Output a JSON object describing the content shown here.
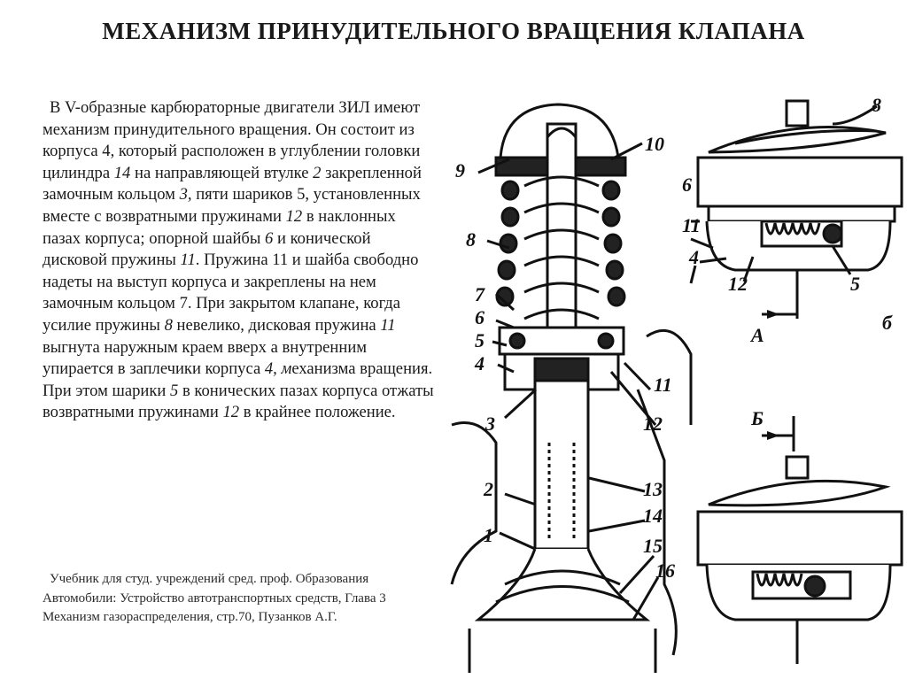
{
  "title": "МЕХАНИЗМ ПРИНУДИТЕЛЬНОГО ВРАЩЕНИЯ  КЛАПАНА",
  "body": {
    "t1": "В V-образные карбюраторные двигатели ЗИЛ имеют механизм принудительного вращения. Он состоит из корпуса 4, который расположен в углублении головки цилиндра ",
    "i1": "14",
    "t2": " на направляющей втулке ",
    "i2": "2",
    "t3": " закрепленной замочным кольцом ",
    "i3": "3,",
    "t4": " пяти шариков 5, установленных вместе с возвратными пружинами ",
    "i4": "12",
    "t5": " в наклонных пазах корпуса; опорной шайбы ",
    "i5": "6",
    "t6": " и конической дисковой пружины ",
    "i6": "11",
    "t7": ". Пружина 11 и шайба свободно надеты на выступ корпуса и закреплены на нем замочным кольцом 7. При закрытом клапане, когда усилие пружины ",
    "i7": "8",
    "t8": " невелико, дисковая пружина ",
    "i8": "11",
    "t9": " выгнута наружным краем вверх а внутренним упирается в заплечики корпуса ",
    "i9": "4, м",
    "t10": "еханизма вращения. При этом шарики ",
    "i10": "5",
    "t11": " в конических пазах корпуса отжаты возвратными пружинами ",
    "i11": "12",
    "t12": " в крайнее положение."
  },
  "source": "Учебник для студ. учреждений сред. проф. Образования Автомобили: Устройство автотранспортных средств, Глава 3 Механизм газораспределения, стр.70,  Пузанков А.Г.",
  "figure": {
    "labels_main": [
      "9",
      "10",
      "8",
      "7",
      "6",
      "5",
      "4",
      "3",
      "2",
      "1",
      "11",
      "12",
      "13",
      "14",
      "15",
      "16"
    ],
    "labels_top_right": [
      "8",
      "6",
      "11",
      "4",
      "12",
      "5",
      "А",
      "б"
    ],
    "labels_bottom_right": [
      "Б"
    ]
  }
}
